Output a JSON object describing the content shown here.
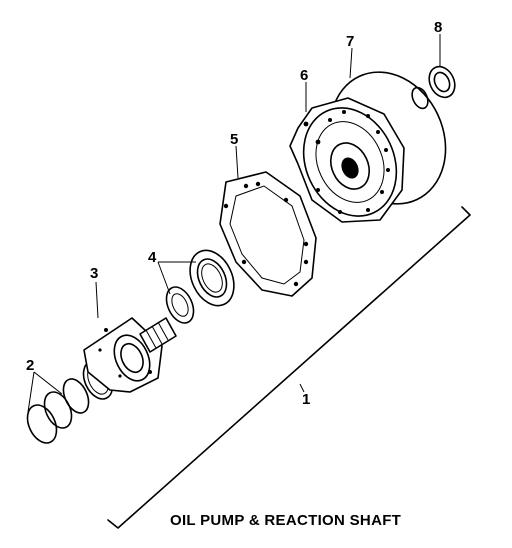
{
  "caption": "OIL PUMP & REACTION SHAFT",
  "callouts": {
    "c1": "1",
    "c2": "2",
    "c3": "3",
    "c4": "4",
    "c5": "5",
    "c6": "6",
    "c7": "7",
    "c8": "8"
  }
}
